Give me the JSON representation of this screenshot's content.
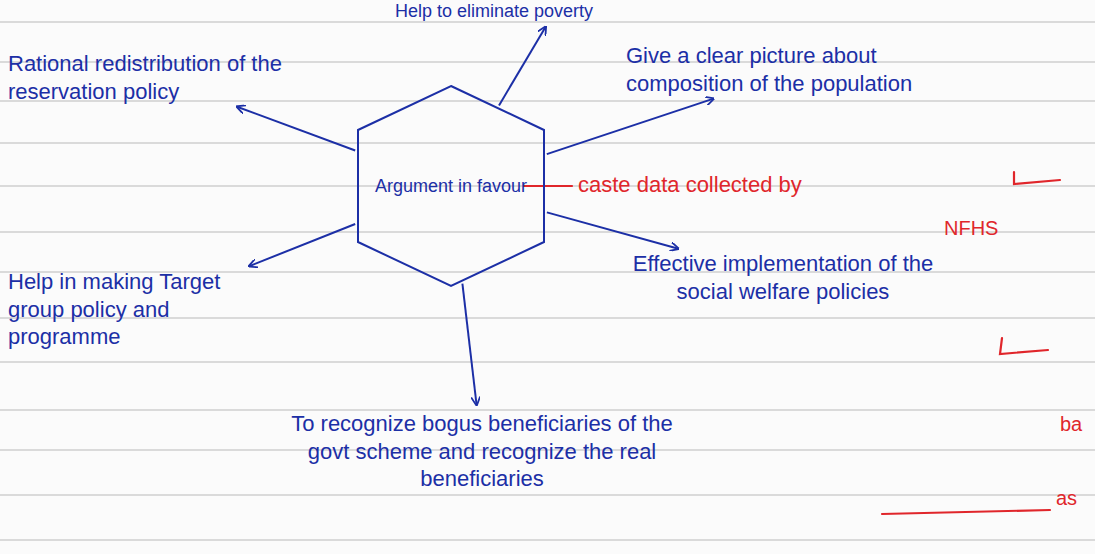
{
  "diagram": {
    "nodes": [
      {
        "text": [
          "Argument in favour"
        ]
      },
      {
        "text": [
          "Help to eliminate poverty"
        ]
      },
      {
        "text": [
          "Rational redistribution of the reservation policy"
        ]
      },
      {
        "text": [
          "Give a clear picture about composition of the population"
        ]
      },
      {
        "text": [
          "Effective implementation of the social welfare policies"
        ]
      },
      {
        "text": [
          "To recognize bogus beneficiaries of the govt scheme and recognize the real beneficiaries"
        ]
      },
      {
        "text": [
          "Help in making Target group policy and programme"
        ]
      }
    ],
    "edges": [
      {
        "from": 0,
        "to": 1,
        "arrow": "to"
      },
      {
        "from": 0,
        "to": 2,
        "arrow": "to"
      },
      {
        "from": 0,
        "to": 3,
        "arrow": "to"
      },
      {
        "from": 0,
        "to": 4,
        "arrow": "to"
      },
      {
        "from": 0,
        "to": 5,
        "arrow": "to"
      },
      {
        "from": 0,
        "to": 6,
        "arrow": "to"
      }
    ],
    "labels": [
      "caste data collected by",
      "NFHS",
      "ba",
      "as"
    ]
  }
}
